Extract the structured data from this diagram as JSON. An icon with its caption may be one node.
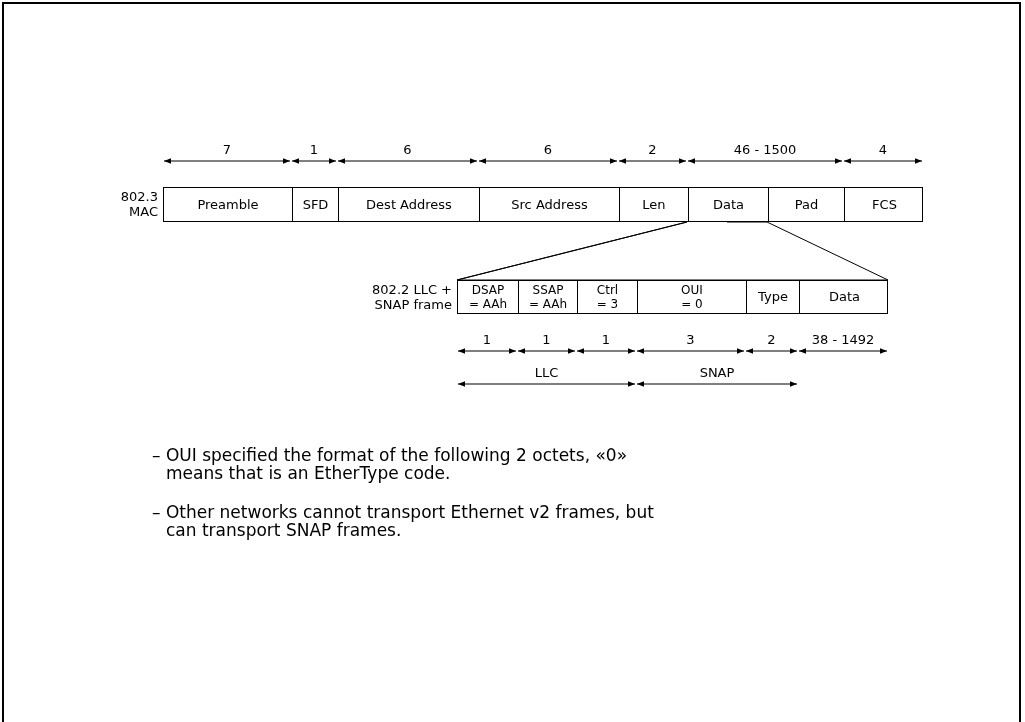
{
  "diagram": {
    "nodes": [
      {
        "text": [
          "802.3 MAC"
        ]
      },
      {
        "text": [
          "Preamble"
        ],
        "in": 0
      },
      {
        "text": [
          "SFD"
        ],
        "in": 0
      },
      {
        "text": [
          "Dest Address"
        ],
        "in": 0
      },
      {
        "text": [
          "Src Address"
        ],
        "in": 0
      },
      {
        "text": [
          "Len"
        ],
        "in": 0
      },
      {
        "text": [
          "Data"
        ],
        "in": 0
      },
      {
        "text": [
          "Pad"
        ],
        "in": 0
      },
      {
        "text": [
          "FCS"
        ],
        "in": 0
      },
      {
        "text": [
          "802.2 LLC + SNAP frame"
        ]
      },
      {
        "text": [
          "DSAP = AAh"
        ],
        "in": 9
      },
      {
        "text": [
          "SSAP = AAh"
        ],
        "in": 9
      },
      {
        "text": [
          "Ctrl = 3"
        ],
        "in": 9
      },
      {
        "text": [
          "OUI = 0"
        ],
        "in": 9
      },
      {
        "text": [
          "Type"
        ],
        "in": 9
      },
      {
        "text": [
          "Data"
        ],
        "in": 9
      }
    ],
    "edges": [
      {
        "from": 6,
        "to": 9,
        "arrow": "none"
      }
    ],
    "labels": [
      "7",
      "1",
      "6",
      "6",
      "2",
      "46 - 1500",
      "4",
      "1",
      "1",
      "1",
      "3",
      "2",
      "38 - 1492",
      "LLC",
      "SNAP",
      "– OUI specified the format of the following 2 octets, «0» means that is an EtherType code.",
      "– Other networks cannot transport Ethernet v2 frames, but can transport SNAP frames."
    ]
  }
}
